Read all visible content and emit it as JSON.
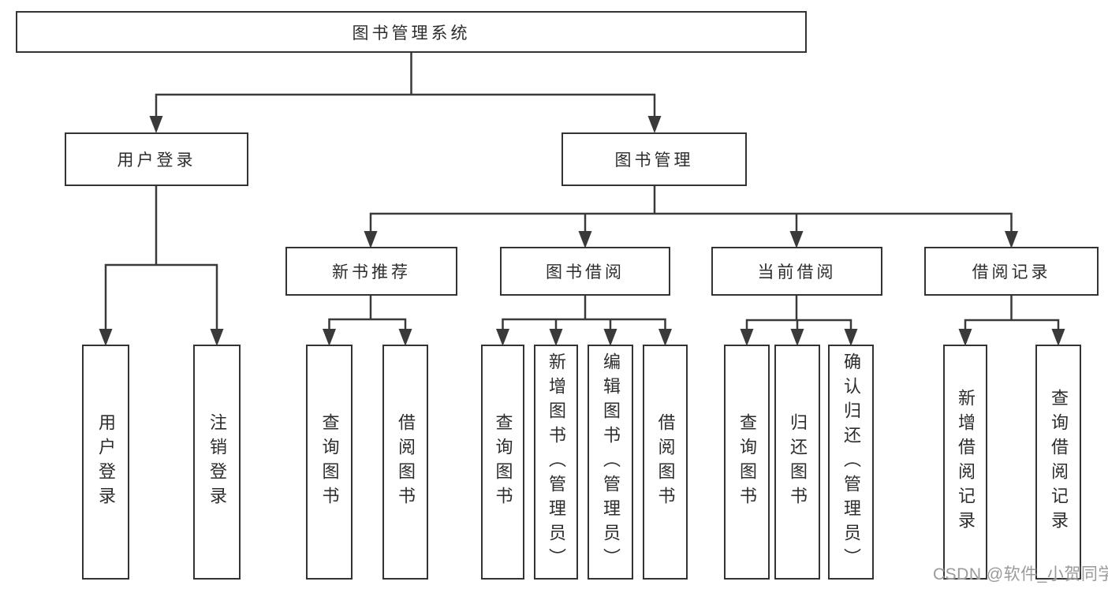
{
  "tree": {
    "root": {
      "label": "图书管理系统"
    },
    "user_login": {
      "label": "用户登录",
      "children": [
        {
          "label": "用户登录"
        },
        {
          "label": "注销登录"
        }
      ]
    },
    "book_mgmt": {
      "label": "图书管理",
      "children": [
        {
          "label": "新书推荐",
          "children": [
            {
              "label": "查询图书"
            },
            {
              "label": "借阅图书"
            }
          ]
        },
        {
          "label": "图书借阅",
          "children": [
            {
              "label": "查询图书"
            },
            {
              "label": "新增图书（管理员）"
            },
            {
              "label": "编辑图书（管理员）"
            },
            {
              "label": "借阅图书"
            }
          ]
        },
        {
          "label": "当前借阅",
          "children": [
            {
              "label": "查询图书"
            },
            {
              "label": "归还图书"
            },
            {
              "label": "确认归还（管理员）"
            }
          ]
        },
        {
          "label": "借阅记录",
          "children": [
            {
              "label": "新增借阅记录"
            },
            {
              "label": "查询借阅记录"
            }
          ]
        }
      ]
    }
  },
  "watermark": {
    "text": "CSDN @软件_小贺同学"
  },
  "colors": {
    "line": "#3a3a3a",
    "border": "#333333",
    "text": "#2d2d2d",
    "watermark": "#9a9a9a",
    "background": "#ffffff"
  }
}
